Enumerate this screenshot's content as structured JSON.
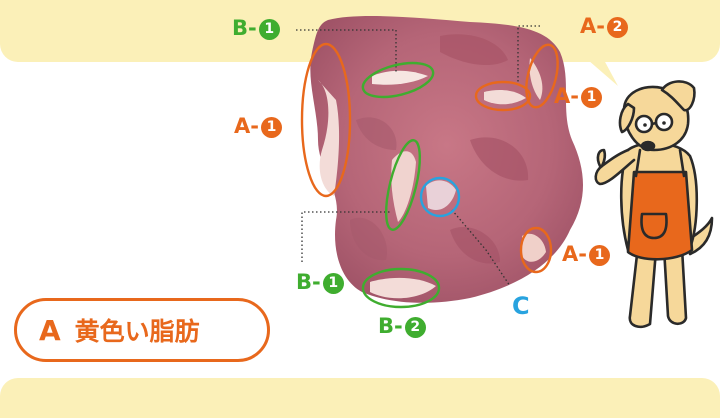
{
  "labels": {
    "a1_left": {
      "prefix": "A-",
      "num": "1"
    },
    "a1_right_top": {
      "prefix": "A-",
      "num": "1"
    },
    "a1_right_bottom": {
      "prefix": "A-",
      "num": "1"
    },
    "a2": {
      "prefix": "A-",
      "num": "2"
    },
    "b1_top": {
      "prefix": "B-",
      "num": "1"
    },
    "b1_bottom": {
      "prefix": "B-",
      "num": "1"
    },
    "b2": {
      "prefix": "B-",
      "num": "2"
    },
    "c": "C"
  },
  "section": {
    "letter": "A",
    "title": "黄色い脂肪"
  },
  "colors": {
    "orange": "#e8681c",
    "green": "#3fad2f",
    "blue": "#28a3df",
    "band": "#fbf0b8"
  },
  "icons": [
    "meat-photo",
    "dog-mascot-icon"
  ]
}
